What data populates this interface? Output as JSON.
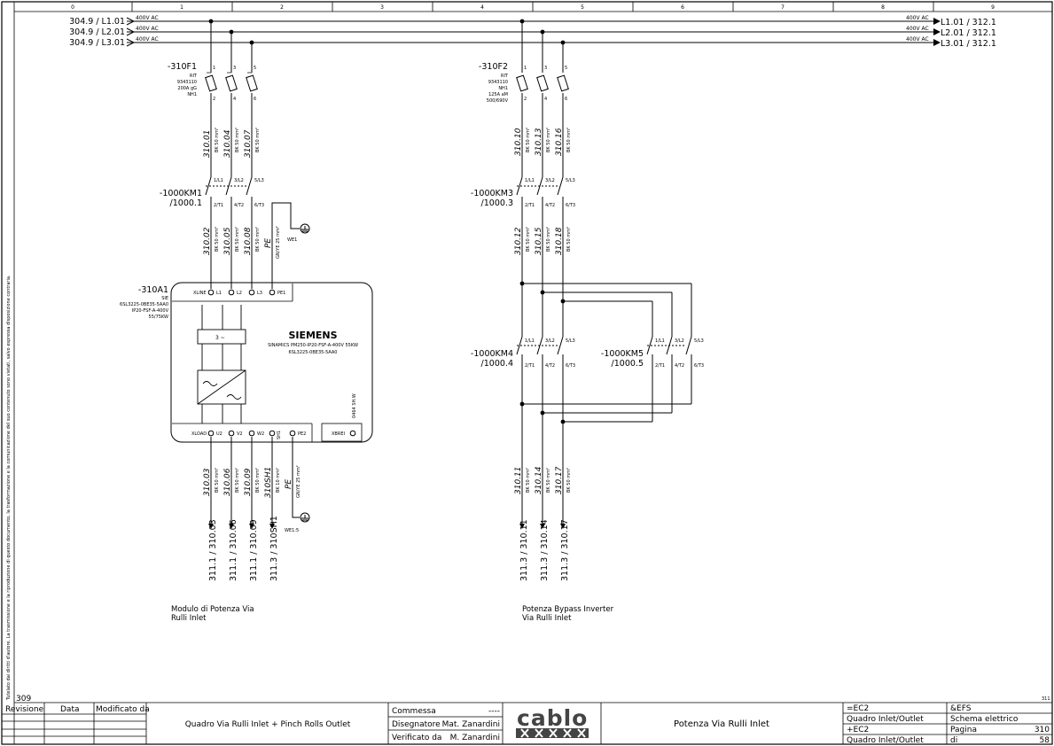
{
  "sheet": {
    "columns": [
      "0",
      "1",
      "2",
      "3",
      "4",
      "5",
      "6",
      "7",
      "8",
      "9"
    ],
    "side_note": "Tutelato dai diritti d'autore. La trasmissione e la riproduzione di questo documento, la trasformazione e la comunicazione del suo contenuto sono vietati, salvo espressa disposizione contraria.",
    "prev_page": "309",
    "next_page": "311"
  },
  "supply": {
    "lines": [
      {
        "in_ref": "304.9 / L1.01",
        "out_ref": "L1.01 / 312.1",
        "voltage": "400V AC"
      },
      {
        "in_ref": "304.9 / L2.01",
        "out_ref": "L2.01 / 312.1",
        "voltage": "400V AC"
      },
      {
        "in_ref": "304.9 / L3.01",
        "out_ref": "L3.01 / 312.1",
        "voltage": "400V AC"
      }
    ]
  },
  "f1": {
    "tag": "-310F1",
    "make": "RIT",
    "code": "9343110",
    "rating": "200A gG",
    "size": "NH1",
    "top_pins": [
      "1",
      "3",
      "5"
    ],
    "bot_pins": [
      "2",
      "4",
      "6"
    ]
  },
  "f2": {
    "tag": "-310F2",
    "make": "RIT",
    "code": "9343110",
    "size": "NH1",
    "rating": "125A aM",
    "voltage": "500/690V",
    "top_pins": [
      "1",
      "3",
      "5"
    ],
    "bot_pins": [
      "2",
      "4",
      "6"
    ]
  },
  "wires_a": {
    "labels": [
      "310.01",
      "310.04",
      "310.07"
    ],
    "spec": "BK 50 mm²"
  },
  "wires_b": {
    "labels": [
      "310.02",
      "310.05",
      "310.08",
      "PE"
    ],
    "spec": "BK 50 mm²",
    "pe_spec": "GN/YE 25 mm²"
  },
  "wires_c": {
    "labels": [
      "310.10",
      "310.13",
      "310.16"
    ],
    "spec": "BK 50 mm²"
  },
  "wires_d": {
    "labels": [
      "310.12",
      "310.15",
      "310.18"
    ],
    "spec": "BK 50 mm²"
  },
  "wires_e": {
    "labels": [
      "310.03",
      "310.06",
      "310.09",
      "310SH1",
      "PE"
    ],
    "spec": "BK 50 mm²",
    "sh_spec": "BK 10 mm²",
    "pe_spec": "GN/YE 25 mm²"
  },
  "wires_f": {
    "labels": [
      "310.11",
      "310.14",
      "310.17"
    ],
    "spec": "BK 50 mm²"
  },
  "km1": {
    "tag": "-1000KM1",
    "ref": "/1000.1",
    "top": [
      "1/L1",
      "3/L2",
      "5/L3"
    ],
    "bot": [
      "2/T1",
      "4/T2",
      "6/T3"
    ]
  },
  "km3": {
    "tag": "-1000KM3",
    "ref": "/1000.3",
    "top": [
      "1/L1",
      "3/L2",
      "5/L3"
    ],
    "bot": [
      "2/T1",
      "4/T2",
      "6/T3"
    ]
  },
  "km4": {
    "tag": "-1000KM4",
    "ref": "/1000.4",
    "top": [
      "1/L1",
      "3/L2",
      "5/L3"
    ],
    "bot": [
      "2/T1",
      "4/T2",
      "6/T3"
    ]
  },
  "km5": {
    "tag": "-1000KM5",
    "ref": "/1000.5",
    "top": [
      "1/L1",
      "3/L2",
      "5/L3"
    ],
    "bot": [
      "2/T1",
      "4/T2",
      "6/T3"
    ]
  },
  "earth": {
    "we1": "WE1",
    "we1_5": "WE1:5"
  },
  "module": {
    "tag": "-310A1",
    "make": "SIE",
    "code": "6SL3225-0BE35-5AA0",
    "type": "IP20-FSF-A-400V",
    "power": "55/75KW",
    "brand": "SIEMENS",
    "desc1": "SINAMICS PM250-IP20-FSF-A-400V 55KW",
    "desc2": "6SL3225-0BE35-5AA0",
    "conv_label": "3 ~",
    "xline": "XLINE",
    "in_pins": [
      "L1",
      "L2",
      "L3",
      "PE1"
    ],
    "xload": "XLOAD",
    "out_pins": [
      "U2",
      "V2",
      "W2",
      "SH1",
      "PE2"
    ],
    "xbrei": "XBREI",
    "side_text": "0464 SH.W"
  },
  "bottom_refs_left": [
    "311.1 / 310.03",
    "311.1 / 310.06",
    "311.1 / 310.09",
    "311.3 / 310SH1"
  ],
  "bottom_refs_right": [
    "311.3 / 310.11",
    "311.3 / 310.14",
    "311.3 / 310.17"
  ],
  "captions": {
    "left1": "Modulo di Potenza Via",
    "left2": "Rulli Inlet",
    "right1": "Potenza Bypass Inverter",
    "right2": "Via Rulli Inlet"
  },
  "title_block": {
    "rev_headers": [
      "Revisione",
      "Data",
      "Modificato da"
    ],
    "project_desc": "Quadro Via Rulli Inlet + Pinch Rolls Outlet",
    "commessa_label": "Commessa",
    "commessa_value": "----",
    "designer_label": "Disegnatore",
    "designer_value": "Mat. Zanardini",
    "checked_label": "Verificato da",
    "checked_value": "M. Zanardini",
    "logo": "cablo",
    "page_title": "Potenza Via Rulli Inlet",
    "r1c1": "=EC2",
    "r1c2": "&EFS",
    "r2c1": "Quadro Inlet/Outlet",
    "r2c2": "Schema elettrico",
    "r3c1": "+EC2",
    "r3c2": "Pagina",
    "r3c3": "310",
    "r4c1": "Quadro Inlet/Outlet",
    "r4c2": "di",
    "r4c3": "58"
  },
  "colors": {
    "line": "#000000",
    "logo": "#444444"
  }
}
